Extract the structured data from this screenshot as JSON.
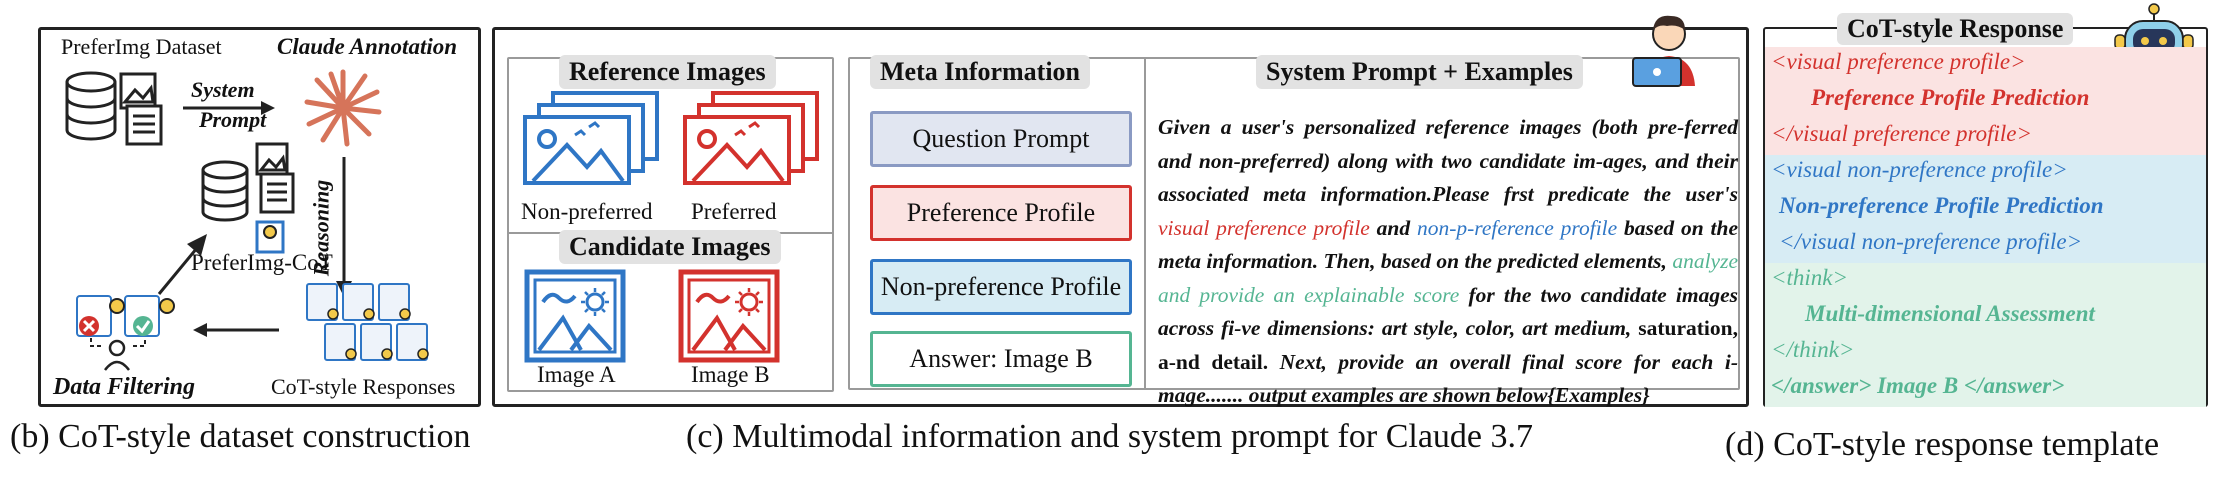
{
  "panel_b": {
    "dataset_label": "PreferImg Dataset",
    "annotation_label": "Claude Annotation",
    "system_prompt_label_1": "System",
    "system_prompt_label_2": "Prompt",
    "reasoning_label": "Reasoning",
    "cot_dataset_label": "PreferImg-CoT",
    "data_filtering_label": "Data Filtering",
    "responses_label": "CoT-style Responses",
    "caption": "(b) CoT-style dataset construction"
  },
  "panel_c": {
    "reference_title": "Reference Images",
    "non_preferred_label": "Non-preferred",
    "preferred_label": "Preferred",
    "candidate_title": "Candidate Images",
    "image_a_label": "Image A",
    "image_b_label": "Image B",
    "meta_title": "Meta Information",
    "meta_items": [
      "Question Prompt",
      "Preference Profile",
      "Non-preference Profile",
      "Answer: Image B"
    ],
    "prompt_title": "System Prompt + Examples",
    "prompt_parts": {
      "p1": "Given a user's personalized reference images (both pre-ferred and non-preferred) along with two candidate im-ages, and their associated meta information.Please frst predicate the user's ",
      "p2": "visual preference profile",
      "p3": " and ",
      "p4": "non-p-reference profile",
      "p5": " based on the meta information. Then, based on the predicted elements, ",
      "p6": "analyze and provide an explainable score",
      "p7": " for the two candidate images across fi-ve dimensions: art style, color, art medium, ",
      "p8": "saturation, a-nd detail.",
      "p9": " Next, provide an overall final score for each i-mage....... output examples are shown below{Examples}"
    },
    "caption": "(c) Multimodal information and system prompt for Claude 3.7"
  },
  "panel_d": {
    "title": "CoT-style Response",
    "lines": [
      "<visual preference profile>",
      "Preference Profile Prediction",
      "</visual preference profile>",
      "<visual non-preference profile>",
      "Non-preference Profile Prediction",
      "</visual non-preference profile>",
      "<think>",
      "Multi-dimensional Assessment",
      "</think>",
      "</answer>  Image B  </answer>"
    ],
    "caption": "(d) CoT-style response template"
  },
  "colors": {
    "red": "#d3322d",
    "blue": "#2f76c5",
    "green": "#55b592",
    "red_bg": "#fbe3e2",
    "blue_bg": "#d7ecf4",
    "green_bg": "#e2f3ea",
    "question_bg": "#e1e6f1"
  }
}
